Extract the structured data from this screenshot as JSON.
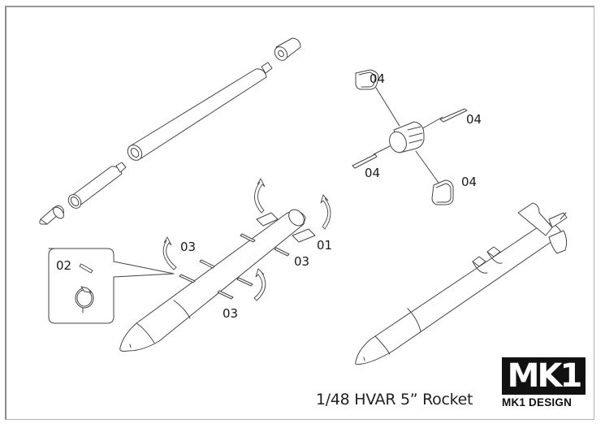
{
  "title": "1/48 HVAR 5” Rocket",
  "brand": {
    "mark": "MK1",
    "name": "MK1 DESIGN"
  },
  "callouts": {
    "part_01": "01",
    "part_02": "02",
    "part_03_a": "03",
    "part_03_b": "03",
    "part_03_c": "03",
    "part_04_a": "04",
    "part_04_b": "04",
    "part_04_c": "04",
    "part_04_d": "04"
  },
  "components": [
    "nose-fuze",
    "warhead",
    "motor-tube",
    "tail-nozzle",
    "photo-etch-bands",
    "mounting-lugs",
    "fin-assembly",
    "completed-rocket"
  ]
}
